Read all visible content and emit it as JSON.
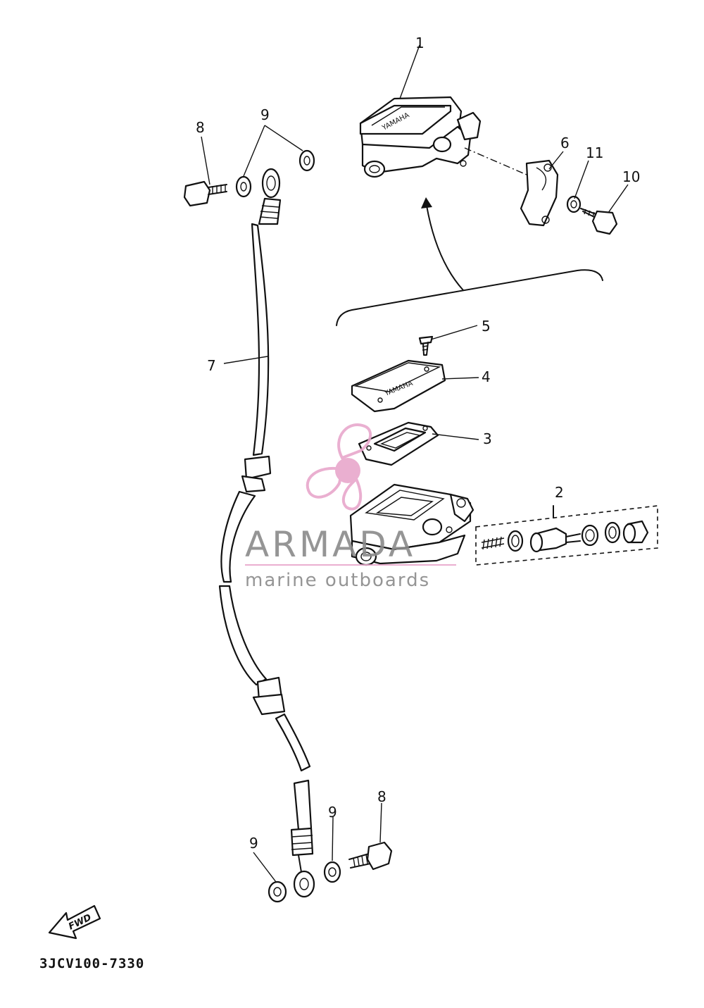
{
  "callouts": {
    "c1": "1",
    "c2": "2",
    "c3": "3",
    "c4": "4",
    "c5": "5",
    "c6": "6",
    "c7": "7",
    "c8_top": "8",
    "c9_top": "9",
    "c10": "10",
    "c11": "11",
    "c8_bottom": "8",
    "c9_bottom_a": "9",
    "c9_bottom_b": "9"
  },
  "reservoir_label_1": "YAMAHA",
  "reservoir_label_4": "YAMAHA",
  "fwd_label": "FWD",
  "diagram_code": "3JCV100-7330",
  "watermark": {
    "name": "ARMADA",
    "tagline": "marine outboards",
    "accent_color": "#e8a7cc",
    "text_color": "#8a8a8a"
  }
}
